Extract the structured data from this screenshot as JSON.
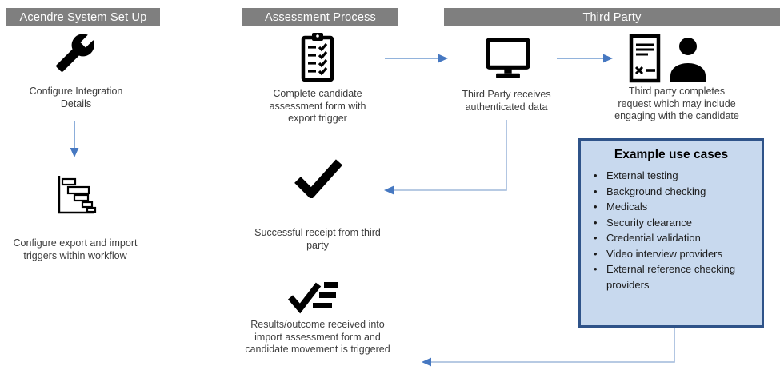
{
  "headers": {
    "acendre": "Acendre System Set Up",
    "assessment": "Assessment Process",
    "third_party": "Third Party"
  },
  "labels": {
    "configure_integration": "Configure Integration\nDetails",
    "configure_triggers": "Configure export and import\ntriggers within workflow",
    "complete_form": "Complete candidate\nassessment form with\nexport trigger",
    "third_party_receives": "Third Party receives\nauthenticated data",
    "third_party_completes": "Third party completes\nrequest which may include\nengaging with the candidate",
    "successful_receipt": "Successful receipt from third\nparty",
    "results_outcome": "Results/outcome received into\nimport assessment form and\ncandidate movement is triggered"
  },
  "use_cases": {
    "title": "Example use cases",
    "items": [
      "External testing",
      "Background checking",
      "Medicals",
      "Security clearance",
      "Credential validation",
      "Video interview providers",
      "External reference checking providers"
    ]
  },
  "icons": {
    "setup": "wrench-icon",
    "workflow": "gantt-chart-icon",
    "assessment_form": "clipboard-checklist-icon",
    "receives_data": "monitor-icon",
    "completes_request": "document-icon, person-icon",
    "successful_receipt": "checkmark-icon",
    "results": "checkmark-with-lines-icon"
  },
  "colors": {
    "header_bg": "#7f7f7f",
    "header_text": "#ffffff",
    "box_fill": "#c8d9ee",
    "box_border": "#2f5389",
    "arrow_line": "#6f9ad0",
    "elbow_line": "#9fb8da",
    "arrow_head": "#4678c1",
    "text": "#3d3d3d",
    "icon": "#000000"
  }
}
